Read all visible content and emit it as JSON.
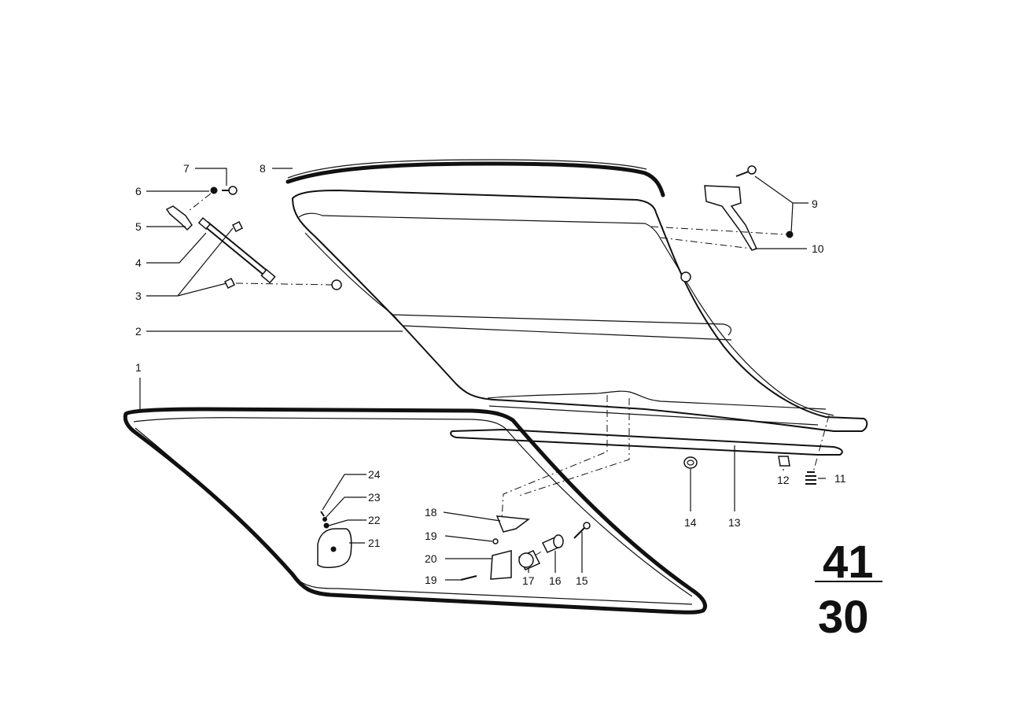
{
  "callouts": {
    "c1": "1",
    "c2": "2",
    "c3": "3",
    "c4": "4",
    "c5": "5",
    "c6": "6",
    "c7": "7",
    "c8": "8",
    "c9": "9",
    "c10": "10",
    "c11": "11",
    "c12": "12",
    "c13": "13",
    "c14": "14",
    "c15": "15",
    "c16": "16",
    "c17": "17",
    "c18": "18",
    "c19a": "19",
    "c19b": "19",
    "c20": "20",
    "c21": "21",
    "c22": "22",
    "c23": "23",
    "c24": "24"
  },
  "group_number": {
    "top": "41",
    "bottom": "30"
  }
}
